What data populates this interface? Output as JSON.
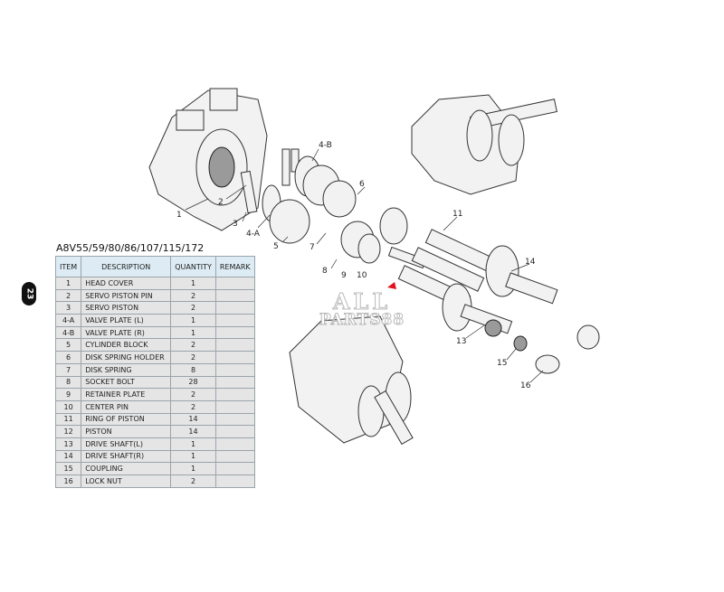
{
  "page_number": "23",
  "table_title": "A8V55/59/80/86/107/115/172",
  "columns": [
    "ITEM",
    "DESCRIPTION",
    "QUANTITY",
    "REMARK"
  ],
  "rows": [
    {
      "item": "1",
      "description": "HEAD COVER",
      "quantity": "1",
      "remark": ""
    },
    {
      "item": "2",
      "description": "SERVO PISTON PIN",
      "quantity": "2",
      "remark": ""
    },
    {
      "item": "3",
      "description": "SERVO PISTON",
      "quantity": "2",
      "remark": ""
    },
    {
      "item": "4-A",
      "description": "VALVE PLATE (L)",
      "quantity": "1",
      "remark": ""
    },
    {
      "item": "4-B",
      "description": "VALVE PLATE (R)",
      "quantity": "1",
      "remark": ""
    },
    {
      "item": "5",
      "description": "CYLINDER BLOCK",
      "quantity": "2",
      "remark": ""
    },
    {
      "item": "6",
      "description": "DISK SPRING HOLDER",
      "quantity": "2",
      "remark": ""
    },
    {
      "item": "7",
      "description": "DISK SPRING",
      "quantity": "8",
      "remark": ""
    },
    {
      "item": "8",
      "description": "SOCKET BOLT",
      "quantity": "28",
      "remark": ""
    },
    {
      "item": "9",
      "description": "RETAINER PLATE",
      "quantity": "2",
      "remark": ""
    },
    {
      "item": "10",
      "description": "CENTER PIN",
      "quantity": "2",
      "remark": ""
    },
    {
      "item": "11",
      "description": "RING OF PISTON",
      "quantity": "14",
      "remark": ""
    },
    {
      "item": "12",
      "description": "PISTON",
      "quantity": "14",
      "remark": ""
    },
    {
      "item": "13",
      "description": "DRIVE SHAFT(L)",
      "quantity": "1",
      "remark": ""
    },
    {
      "item": "14",
      "description": "DRIVE SHAFT(R)",
      "quantity": "1",
      "remark": ""
    },
    {
      "item": "15",
      "description": "COUPLING",
      "quantity": "1",
      "remark": ""
    },
    {
      "item": "16",
      "description": "LOCK NUT",
      "quantity": "2",
      "remark": ""
    }
  ],
  "callouts": [
    "1",
    "2",
    "3",
    "4-A",
    "4-B",
    "5",
    "6",
    "7",
    "8",
    "9",
    "10",
    "11",
    "13",
    "14",
    "15",
    "16"
  ],
  "watermark": {
    "line1": "ALL",
    "line2": "PARTS88"
  }
}
